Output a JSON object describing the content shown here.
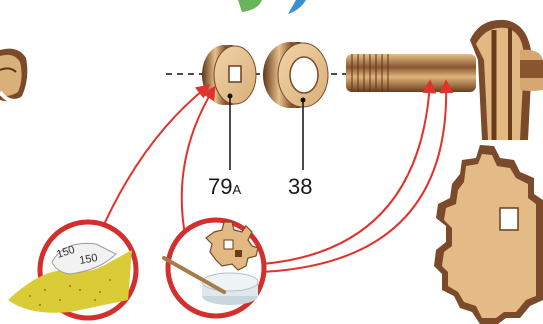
{
  "parts": [
    {
      "number": "79",
      "suffix": "A"
    },
    {
      "number": "38",
      "suffix": ""
    }
  ],
  "sandpaper": {
    "grits": [
      "150",
      "150"
    ]
  },
  "colors": {
    "arrow": "#e0332b",
    "circle_border": "#d32f2f",
    "wood_light": "#e9c79a",
    "wood_dark": "#7a4a2a",
    "top_arrow_green": "#69b65a",
    "top_arrow_blue": "#3a8fd0"
  },
  "icons": [
    "sandpaper-icon",
    "glue-icon",
    "gear-piece-icon"
  ]
}
